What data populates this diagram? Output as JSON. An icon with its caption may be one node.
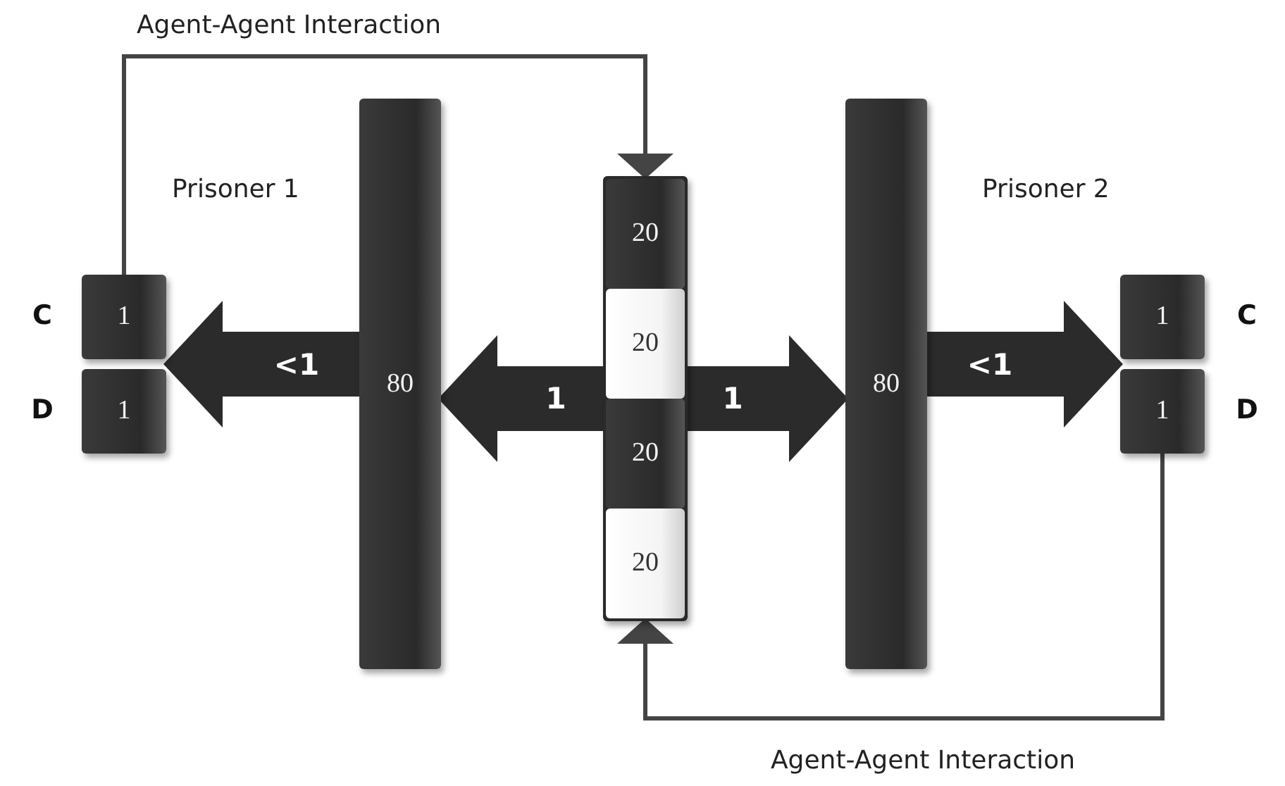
{
  "diagram": {
    "nodes": [
      {
        "text": [
          "1"
        ],
        "beside": [
          "C"
        ]
      },
      {
        "text": [
          "1"
        ],
        "beside": [
          "D"
        ]
      },
      {
        "text": [
          "80"
        ]
      },
      {
        "text": [],
        "shape": "bar"
      },
      {
        "text": [
          "20"
        ],
        "in": 3
      },
      {
        "text": [
          "20"
        ],
        "in": 3
      },
      {
        "text": [
          "20"
        ],
        "in": 3
      },
      {
        "text": [
          "20"
        ],
        "in": 3
      },
      {
        "text": [
          "80"
        ]
      },
      {
        "text": [
          "1"
        ],
        "beside": [
          "C"
        ]
      },
      {
        "text": [
          "1"
        ],
        "beside": [
          "D"
        ]
      }
    ],
    "edges": [
      {
        "from": 3,
        "to": 2,
        "arrow": "to",
        "label": "1"
      },
      {
        "from": 2,
        "to": 0,
        "arrow": "to",
        "label": "<1"
      },
      {
        "from": 2,
        "to": 1,
        "arrow": "to"
      },
      {
        "from": 3,
        "to": 8,
        "arrow": "to",
        "label": "1"
      },
      {
        "from": 8,
        "to": 9,
        "arrow": "to",
        "label": "<1"
      },
      {
        "from": 8,
        "to": 10,
        "arrow": "to"
      },
      {
        "from": 0,
        "to": 3,
        "arrow": "to",
        "label": "Agent-Agent Interaction"
      },
      {
        "from": 10,
        "to": 3,
        "arrow": "to",
        "label": "Agent-Agent Interaction"
      }
    ],
    "labels": [
      "Prisoner 1",
      "Prisoner 2"
    ]
  }
}
